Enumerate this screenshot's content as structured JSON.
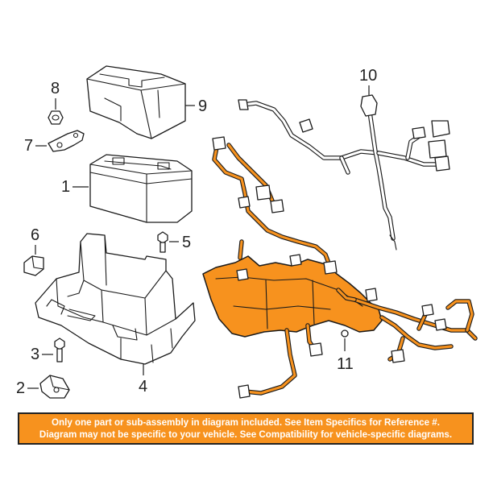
{
  "colors": {
    "harness": "#f7921e",
    "notice_bg": "#f7921e",
    "notice_text": "#ffffff",
    "line": "#1a1a1a"
  },
  "callouts": {
    "c1": "1",
    "c2": "2",
    "c3": "3",
    "c4": "4",
    "c5": "5",
    "c6": "6",
    "c7": "7",
    "c8": "8",
    "c9": "9",
    "c10": "10",
    "c11": "11"
  },
  "notice": {
    "line1": "Only one part or sub-assembly in diagram included. See Item Specifics for Reference #.",
    "line2": "Diagram may not be specific to your vehicle. See Compatibility for vehicle-specific diagrams."
  }
}
